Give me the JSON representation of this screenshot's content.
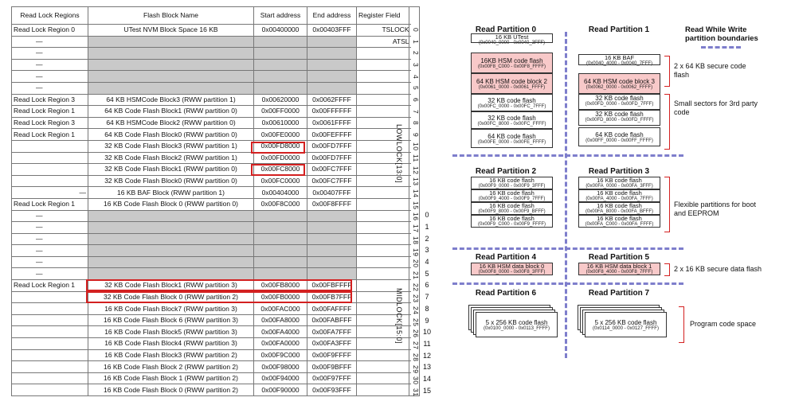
{
  "table": {
    "headers": [
      "Read Lock Regions",
      "Flash Block Name",
      "Start address",
      "End address",
      "Register Field"
    ],
    "rows": [
      {
        "region": "Read Lock Region 0",
        "name": "UTest NVM Block Space 16 KB",
        "start": "0x00400000",
        "end": "0x00403FFF",
        "field": "TSLOCK",
        "shade": false,
        "dash": false
      },
      {
        "region": "—",
        "name": "",
        "start": "",
        "end": "",
        "field": "ATSL",
        "shade": true,
        "dash": true
      },
      {
        "region": "—",
        "name": "",
        "start": "",
        "end": "",
        "field": "",
        "shade": true,
        "dash": true
      },
      {
        "region": "—",
        "name": "",
        "start": "",
        "end": "",
        "field": "",
        "shade": true,
        "dash": true
      },
      {
        "region": "—",
        "name": "",
        "start": "",
        "end": "",
        "field": "",
        "shade": true,
        "dash": true
      },
      {
        "region": "—",
        "name": "",
        "start": "",
        "end": "",
        "field": "",
        "shade": true,
        "dash": true
      },
      {
        "region": "Read Lock Region 3",
        "name": "64 KB HSMCode Block3 (RWW partition 1)",
        "start": "0x00620000",
        "end": "0x0062FFFF",
        "field": "",
        "shade": false,
        "dash": false
      },
      {
        "region": "Read Lock Region 1",
        "name": "64 KB Code Flash Block1 (RWW partition 0)",
        "start": "0x00FF0000",
        "end": "0x00FFFFFF",
        "field": "",
        "shade": false,
        "dash": false
      },
      {
        "region": "Read Lock Region 3",
        "name": "64 KB HSMCode Block2 (RWW partition 0)",
        "start": "0x00610000",
        "end": "0x0061FFFF",
        "field": "",
        "shade": false,
        "dash": false
      },
      {
        "region": "Read Lock Region 1",
        "name": "64 KB Code Flash Block0 (RWW partition 0)",
        "start": "0x00FE0000",
        "end": "0x00FEFFFF",
        "field": "",
        "shade": false,
        "dash": false
      },
      {
        "region": "",
        "name": "32 KB Code Flash Block3 (RWW partition 1)",
        "start": "0x00FD8000",
        "end": "0x00FD7FFF",
        "field": "",
        "shade": false,
        "dash": false
      },
      {
        "region": "",
        "name": "32 KB Code Flash Block2 (RWW partition 1)",
        "start": "0x00FD0000",
        "end": "0x00FD7FFF",
        "field": "",
        "shade": false,
        "dash": false
      },
      {
        "region": "",
        "name": "32 KB Code Flash Block1 (RWW partition 0)",
        "start": "0x00FC8000",
        "end": "0x00FC7FFF",
        "field": "",
        "shade": false,
        "dash": false
      },
      {
        "region": "",
        "name": "32 KB Code Flash Block0 (RWW partition 0)",
        "start": "0x00FC0000",
        "end": "0x00FC7FFF",
        "field": "",
        "shade": false,
        "dash": false
      },
      {
        "region": "—",
        "name": "16 KB BAF Block (RWW partition 1)",
        "start": "0x00404000",
        "end": "0x00407FFF",
        "field": "",
        "shade": false,
        "dash": true
      },
      {
        "region": "Read Lock Region 1",
        "name": "16 KB Code Flash Block 0 (RWW partition 0)",
        "start": "0x00F8C000",
        "end": "0x00F8FFFF",
        "field": "",
        "shade": false,
        "dash": false
      },
      {
        "region": "—",
        "name": "",
        "start": "",
        "end": "",
        "field": "",
        "shade": true,
        "dash": true
      },
      {
        "region": "—",
        "name": "",
        "start": "",
        "end": "",
        "field": "",
        "shade": true,
        "dash": true
      },
      {
        "region": "—",
        "name": "",
        "start": "",
        "end": "",
        "field": "",
        "shade": true,
        "dash": true
      },
      {
        "region": "—",
        "name": "",
        "start": "",
        "end": "",
        "field": "",
        "shade": true,
        "dash": true
      },
      {
        "region": "—",
        "name": "",
        "start": "",
        "end": "",
        "field": "",
        "shade": true,
        "dash": true
      },
      {
        "region": "—",
        "name": "",
        "start": "",
        "end": "",
        "field": "",
        "shade": true,
        "dash": true
      },
      {
        "region": "Read Lock Region 1",
        "name": "32 KB Code Flash Block1 (RWW partition 3)",
        "start": "0x00FB8000",
        "end": "0x00FBFFFF",
        "field": "",
        "shade": false,
        "dash": false
      },
      {
        "region": "",
        "name": "32 KB Code Flash Block 0 (RWW partition 2)",
        "start": "0x00FB0000",
        "end": "0x00FB7FFF",
        "field": "",
        "shade": false,
        "dash": false
      },
      {
        "region": "",
        "name": "16 KB Code Flash Block7 (RWW partition 3)",
        "start": "0x00FAC000",
        "end": "0x00FAFFFF",
        "field": "",
        "shade": false,
        "dash": false
      },
      {
        "region": "",
        "name": "16 KB Code Flash Block 6 (RWW partition 3)",
        "start": "0x00FA8000",
        "end": "0x00FABFFF",
        "field": "",
        "shade": false,
        "dash": false
      },
      {
        "region": "",
        "name": "16 KB Code Flash Block5 (RWW partition 3)",
        "start": "0x00FA4000",
        "end": "0x00FA7FFF",
        "field": "",
        "shade": false,
        "dash": false
      },
      {
        "region": "",
        "name": "16 KB Code Flash Block4 (RWW partition 3)",
        "start": "0x00FA0000",
        "end": "0x00FA3FFF",
        "field": "",
        "shade": false,
        "dash": false
      },
      {
        "region": "",
        "name": "16 KB Code Flash Block3 (RWW partition 2)",
        "start": "0x00F9C000",
        "end": "0x00F9FFFF",
        "field": "",
        "shade": false,
        "dash": false
      },
      {
        "region": "",
        "name": "16 KB Code Flash Block 2 (RWW partition 2)",
        "start": "0x00F98000",
        "end": "0x00F9BFFF",
        "field": "",
        "shade": false,
        "dash": false
      },
      {
        "region": "",
        "name": "16 KB Code Flash Block 1 (RWW partition 2)",
        "start": "0x00F94000",
        "end": "0x00F97FFF",
        "field": "",
        "shade": false,
        "dash": false
      },
      {
        "region": "",
        "name": "16 KB Code Flash Block 0 (RWW partition 2)",
        "start": "0x00F90000",
        "end": "0x00F93FFF",
        "field": "",
        "shade": false,
        "dash": false
      }
    ],
    "lowlock_label": "LOWLOCK[13:0]",
    "midlock_label": "MIDLOCK[15:0]",
    "bit_numbers": [
      "0",
      "1",
      "2",
      "3",
      "4",
      "5",
      "6",
      "7",
      "8",
      "9",
      "10",
      "11",
      "12",
      "13",
      "14",
      "15",
      "16",
      "17",
      "18",
      "19",
      "20",
      "21",
      "22",
      "23",
      "24",
      "25",
      "26",
      "27",
      "28",
      "29",
      "30",
      "31"
    ],
    "mid_numbers": [
      "0",
      "1",
      "2",
      "3",
      "4",
      "5",
      "6",
      "7",
      "8",
      "9",
      "10",
      "11",
      "12",
      "13",
      "14",
      "15"
    ]
  },
  "diagram": {
    "legend": "Read While Write partition boundaries",
    "partitions": [
      {
        "title": "Read Partition 0",
        "blocks": [
          {
            "label": "16 KB UTest",
            "addr": "(0x0040_0000 - 0x0040_3FFF)",
            "pink": false
          },
          {
            "label": "16KB HSM code flash",
            "addr": "(0x00F8_C000 - 0x00F8_FFFF)",
            "pink": true
          },
          {
            "label": "64 KB HSM code block 2",
            "addr": "(0x0061_0000 - 0x0061_FFFF)",
            "pink": true
          },
          {
            "label": "32 KB code flash",
            "addr": "(0x00FC_0000 - 0x00FC_7FFF)",
            "pink": false
          },
          {
            "label": "32 KB code flash",
            "addr": "(0x00FC_8000 - 0x00FC_FFFF)",
            "pink": false
          },
          {
            "label": "64 KB code flash",
            "addr": "(0x00FE_0000 - 0x00FE_FFFF)",
            "pink": false
          }
        ]
      },
      {
        "title": "Read Partition 1",
        "blocks": [
          {
            "label": "16 KB BAF",
            "addr": "(0x0040_4000 - 0x0040_7FFF)",
            "pink": false
          },
          {
            "label": "64 KB HSM code block 3",
            "addr": "(0x0062_0000 - 0x0062_FFFF)",
            "pink": true
          },
          {
            "label": "32 KB code flash",
            "addr": "(0x00FD_0000 - 0x00FD_7FFF)",
            "pink": false
          },
          {
            "label": "32 KB code flash",
            "addr": "(0x00FD_8000 - 0x00FD_FFFF)",
            "pink": false
          },
          {
            "label": "64 KB code flash",
            "addr": "(0x00FF_0000 - 0x00FF_FFFF)",
            "pink": false
          }
        ]
      },
      {
        "title": "Read Partition 2",
        "blocks": [
          {
            "label": "16 KB code flash",
            "addr": "(0x00F9_0000 - 0x00F9_3FFF)",
            "pink": false
          },
          {
            "label": "16 KB code flash",
            "addr": "(0x00F9_4000 - 0x00F9_7FFF)",
            "pink": false
          },
          {
            "label": "16 KB code flash",
            "addr": "(0x00F9_8000 - 0x00F9_BFFF)",
            "pink": false
          },
          {
            "label": "16 KB code flash",
            "addr": "(0x00F9_C000 - 0x00F9_FFFF)",
            "pink": false
          }
        ]
      },
      {
        "title": "Read Partition 3",
        "blocks": [
          {
            "label": "16 KB code flash",
            "addr": "(0x00FA_0000 - 0x00FA_3FFF)",
            "pink": false
          },
          {
            "label": "16 KB code flash",
            "addr": "(0x00FA_4000 - 0x00FA_7FFF)",
            "pink": false
          },
          {
            "label": "16 KB code flash",
            "addr": "(0x00FA_8000 - 0x00FA_BFFF)",
            "pink": false
          },
          {
            "label": "16 KB code flash",
            "addr": "(0x00FA_C000 - 0x00FA_FFFF)",
            "pink": false
          }
        ]
      },
      {
        "title": "Read Partition 4",
        "blocks": [
          {
            "label": "16 KB HSM data block 0",
            "addr": "(0x00F8_0000 - 0x00F8_3FFF)",
            "pink": true
          }
        ]
      },
      {
        "title": "Read Partition 5",
        "blocks": [
          {
            "label": "16 KB HSM data block 1",
            "addr": "(0x00F8_4000 - 0x00F8_7FFF)",
            "pink": true
          }
        ]
      },
      {
        "title": "Read Partition 6",
        "blocks": [
          {
            "label": "5 x 256 KB code flash",
            "addr": "(0x0100_0000 - 0x0113_FFFF)",
            "pink": false
          }
        ]
      },
      {
        "title": "Read Partition 7",
        "blocks": [
          {
            "label": "5 x 256 KB code flash",
            "addr": "(0x0114_0000 - 0x0127_FFFF)",
            "pink": false
          }
        ]
      }
    ],
    "notes": {
      "secure": "2 x 64 KB secure code flash",
      "small": "Small sectors for 3rd party code",
      "flexible": "Flexible partitions for boot and EEPROM",
      "data": "2 x 16 KB secure data flash",
      "program": "Program code space"
    },
    "colors": {
      "pink": "#f8c9c9",
      "dash": "#7e7ecc",
      "highlight": "#d32020"
    }
  }
}
